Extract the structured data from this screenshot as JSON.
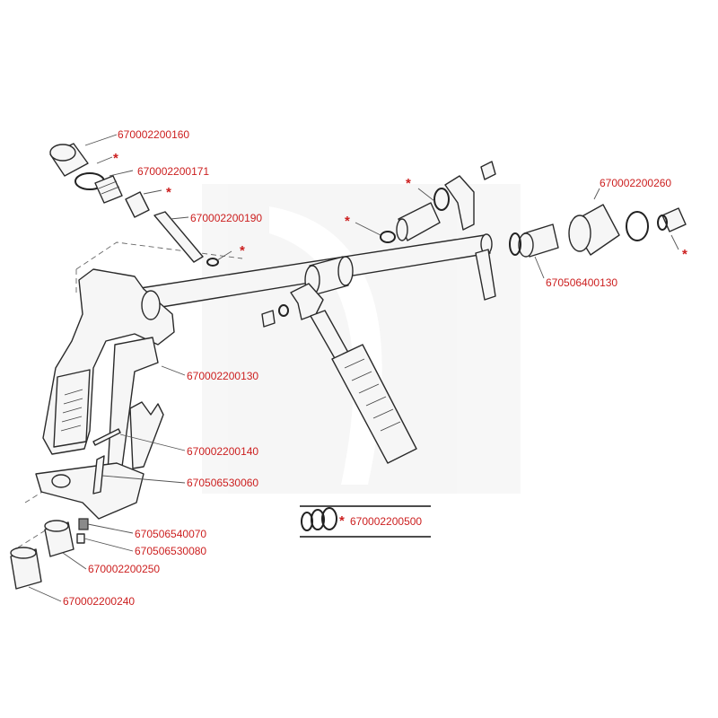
{
  "parts": [
    {
      "id": "p1",
      "code": "670002200160"
    },
    {
      "id": "p2",
      "code": "670002200171"
    },
    {
      "id": "p3",
      "code": "670002200190"
    },
    {
      "id": "p4",
      "code": "670002200130"
    },
    {
      "id": "p5",
      "code": "670002200140"
    },
    {
      "id": "p6",
      "code": "670506530060"
    },
    {
      "id": "p7",
      "code": "670506540070"
    },
    {
      "id": "p8",
      "code": "670506530080"
    },
    {
      "id": "p9",
      "code": "670002200250"
    },
    {
      "id": "p10",
      "code": "670002200240"
    },
    {
      "id": "p11",
      "code": "670002200260"
    },
    {
      "id": "p12",
      "code": "670506400130"
    }
  ],
  "kit": {
    "marker": "*",
    "code": "670002200500"
  },
  "star_marker": "*"
}
